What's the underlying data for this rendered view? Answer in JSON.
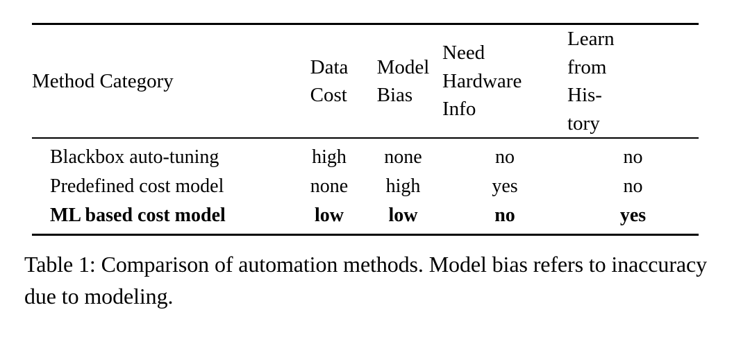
{
  "document": {
    "kind": "academic-paper-table-figure",
    "background_color": "#ffffff",
    "text_color": "#000000"
  },
  "table": {
    "label": "Table 1",
    "columns": [
      {
        "key": "method",
        "header": "Method Category",
        "header_lines": [
          "Method Category"
        ],
        "align": "left"
      },
      {
        "key": "data",
        "header": "Data Cost",
        "header_lines": [
          "Data",
          "Cost"
        ],
        "align": "center"
      },
      {
        "key": "model",
        "header": "Model Bias",
        "header_lines": [
          "Model",
          "Bias"
        ],
        "align": "center"
      },
      {
        "key": "hardware",
        "header": "Need Hardware Info",
        "header_lines": [
          "Need",
          "Hardware",
          "Info"
        ],
        "align": "left"
      },
      {
        "key": "history",
        "header": "Learn from History",
        "header_lines": [
          "Learn",
          "from",
          "His-",
          "tory"
        ],
        "align": "left"
      }
    ],
    "rows": [
      {
        "bold": false,
        "cells": [
          "Blackbox auto-tuning",
          "high",
          "none",
          "no",
          "no"
        ]
      },
      {
        "bold": false,
        "cells": [
          "Predefined cost model",
          "none",
          "high",
          "yes",
          "no"
        ]
      },
      {
        "bold": true,
        "cells": [
          "ML based cost model",
          "low",
          "low",
          "no",
          "yes"
        ]
      }
    ],
    "rules": {
      "top": "thick",
      "middle": "thin",
      "bottom": "thick"
    }
  },
  "caption": {
    "text": "Table 1: Comparison of automation methods. Model bias refers to inaccuracy due to modeling."
  }
}
